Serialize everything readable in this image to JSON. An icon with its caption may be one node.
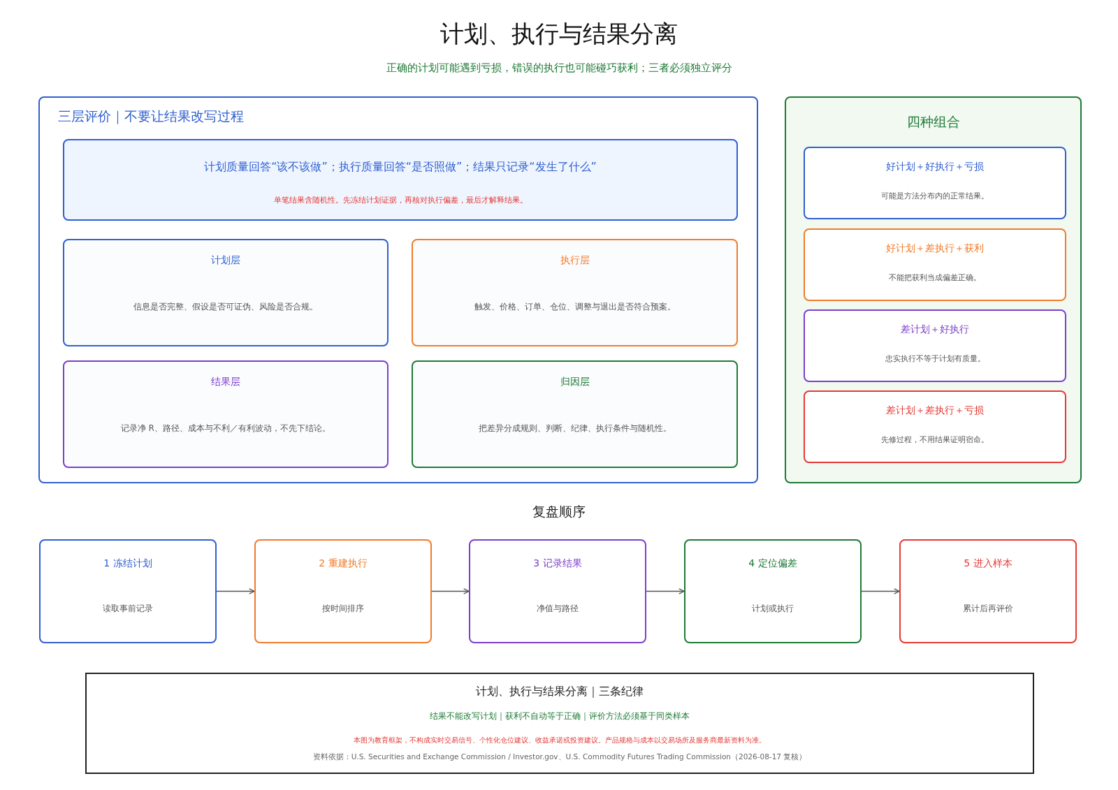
{
  "diagram": {
    "title": "计划、执行与结果分离",
    "nodes": [
      {
        "text": [
          "三层评价｜不要让结果改写过程"
        ]
      },
      {
        "text": [
          "计划质量回答“该不该做”；执行质量回答“是否照做”；结果只记录“发生了什么”",
          "单笔结果含随机性。先冻结计划证据，再核对执行偏差，最后才解释结果。"
        ],
        "in": 0
      },
      {
        "text": [
          "计划层",
          "信息是否完整、假设是否可证伪、风险是否合规。"
        ],
        "in": 0
      },
      {
        "text": [
          "执行层",
          "触发、价格、订单、仓位、调整与退出是否符合预案。"
        ],
        "in": 0
      },
      {
        "text": [
          "结果层",
          "记录净 R、路径、成本与不利／有利波动，不先下结论。"
        ],
        "in": 0
      },
      {
        "text": [
          "归因层",
          "把差异分成规则、判断、纪律、执行条件与随机性。"
        ],
        "in": 0
      },
      {
        "text": [
          "四种组合"
        ]
      },
      {
        "text": [
          "好计划＋好执行＋亏损",
          "可能是方法分布内的正常结果。"
        ],
        "in": 6
      },
      {
        "text": [
          "好计划＋差执行＋获利",
          "不能把获利当成偏差正确。"
        ],
        "in": 6
      },
      {
        "text": [
          "差计划＋好执行",
          "忠实执行不等于计划有质量。"
        ],
        "in": 6
      },
      {
        "text": [
          "差计划＋差执行＋亏损",
          "先修过程，不用结果证明宿命。"
        ],
        "in": 6
      },
      {
        "text": [
          "1 冻结计划",
          "读取事前记录"
        ]
      },
      {
        "text": [
          "2 重建执行",
          "按时间排序"
        ]
      },
      {
        "text": [
          "3 记录结果",
          "净值与路径"
        ]
      },
      {
        "text": [
          "4 定位偏差",
          "计划或执行"
        ]
      },
      {
        "text": [
          "5 进入样本",
          "累计后再评价"
        ]
      },
      {
        "text": [
          "计划、执行与结果分离｜三条纪律",
          "结果不能改写计划｜获利不自动等于正确｜评价方法必须基于同类样本",
          "本图为教育框架，不构成实时交易信号、个性化仓位建议、收益承诺或投资建议。产品规格与成本以交易场所及服务商最新资料为准。",
          "资料依据：U.S. Securities and Exchange Commission / Investor.gov、U.S. Commodity Futures Trading Commission（2026-08-17 复核）"
        ]
      }
    ],
    "edges": [
      {
        "from": 11,
        "to": 12,
        "arrow": "to"
      },
      {
        "from": 12,
        "to": 13,
        "arrow": "to"
      },
      {
        "from": 13,
        "to": 14,
        "arrow": "to"
      },
      {
        "from": 14,
        "to": 15,
        "arrow": "to"
      }
    ],
    "labels": [
      "正确的计划可能遇到亏损，错误的执行也可能碰巧获利；三者必须独立评分",
      "复盘顺序"
    ]
  }
}
